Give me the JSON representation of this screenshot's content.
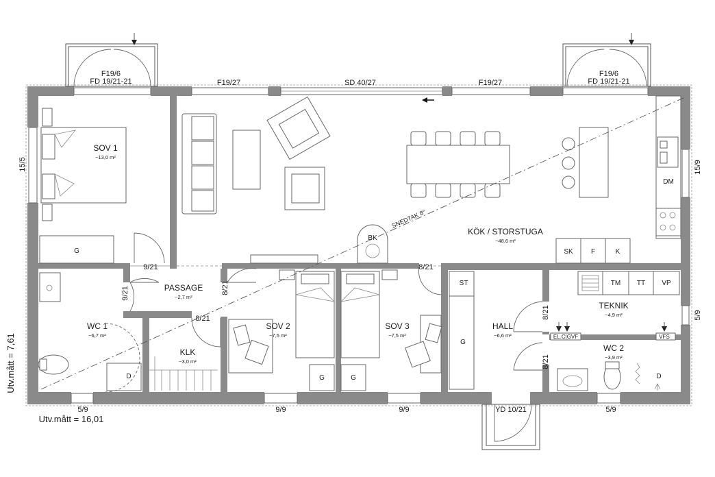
{
  "rooms": {
    "sov1": {
      "name": "SOV 1",
      "area": "~13,0 m²"
    },
    "passage": {
      "name": "PASSAGE",
      "area": "~2,7 m²"
    },
    "wc1": {
      "name": "WC 1",
      "area": "~6,7 m²"
    },
    "klk": {
      "name": "KLK",
      "area": "~3,0 m²"
    },
    "sov2": {
      "name": "SOV 2",
      "area": "~7,5 m²"
    },
    "sov3": {
      "name": "SOV 3",
      "area": "~7,5 m²"
    },
    "kok": {
      "name": "KÖK / STORSTUGA",
      "area": "~48,6 m²"
    },
    "hall": {
      "name": "HALL",
      "area": "~6,6 m²"
    },
    "teknik": {
      "name": "TEKNIK",
      "area": "~4,9 m²"
    },
    "wc2": {
      "name": "WC 2",
      "area": "~3,9 m²"
    }
  },
  "openings": {
    "fd_left_a": "F19/6",
    "fd_left_b": "FD 19/21-21",
    "fd_right_a": "F19/6",
    "fd_right_b": "FD 19/21-21",
    "f_top_left": "F19/27",
    "sd_top": "SD 40/27",
    "f_top_right": "F19/27",
    "f_left": "15/5",
    "f_right_top": "15/9",
    "f_right_bottom": "5/9",
    "d_sov1": "9/21",
    "d_wc1": "9/21",
    "d_sov2": "8/21",
    "d_klk": "8/21",
    "d_kok": "8/21",
    "d_teknik": "8/21",
    "d_wc2": "8/21",
    "w_wc1": "5/9",
    "w_sov2": "9/9",
    "w_sov3": "9/9",
    "yd": "YD 10/21",
    "w_wc2": "5/9"
  },
  "fixtures": {
    "g_sov1": "G",
    "d_wc1": "D",
    "g_sov2": "G",
    "g_sov3": "G",
    "bk": "BK",
    "dm": "DM",
    "sk": "SK",
    "f": "F",
    "k": "K",
    "st": "ST",
    "g_hall": "G",
    "tm": "TM",
    "tt": "TT",
    "vp": "VP",
    "el_cgvf": "EL.C|GVF",
    "vfs": "VFS",
    "d_wc2": "D"
  },
  "roof_note": "SNEDTAK 8°",
  "dims": {
    "height": "Utv.mått = 7,61",
    "width": "Utv.mått = 16,01"
  }
}
